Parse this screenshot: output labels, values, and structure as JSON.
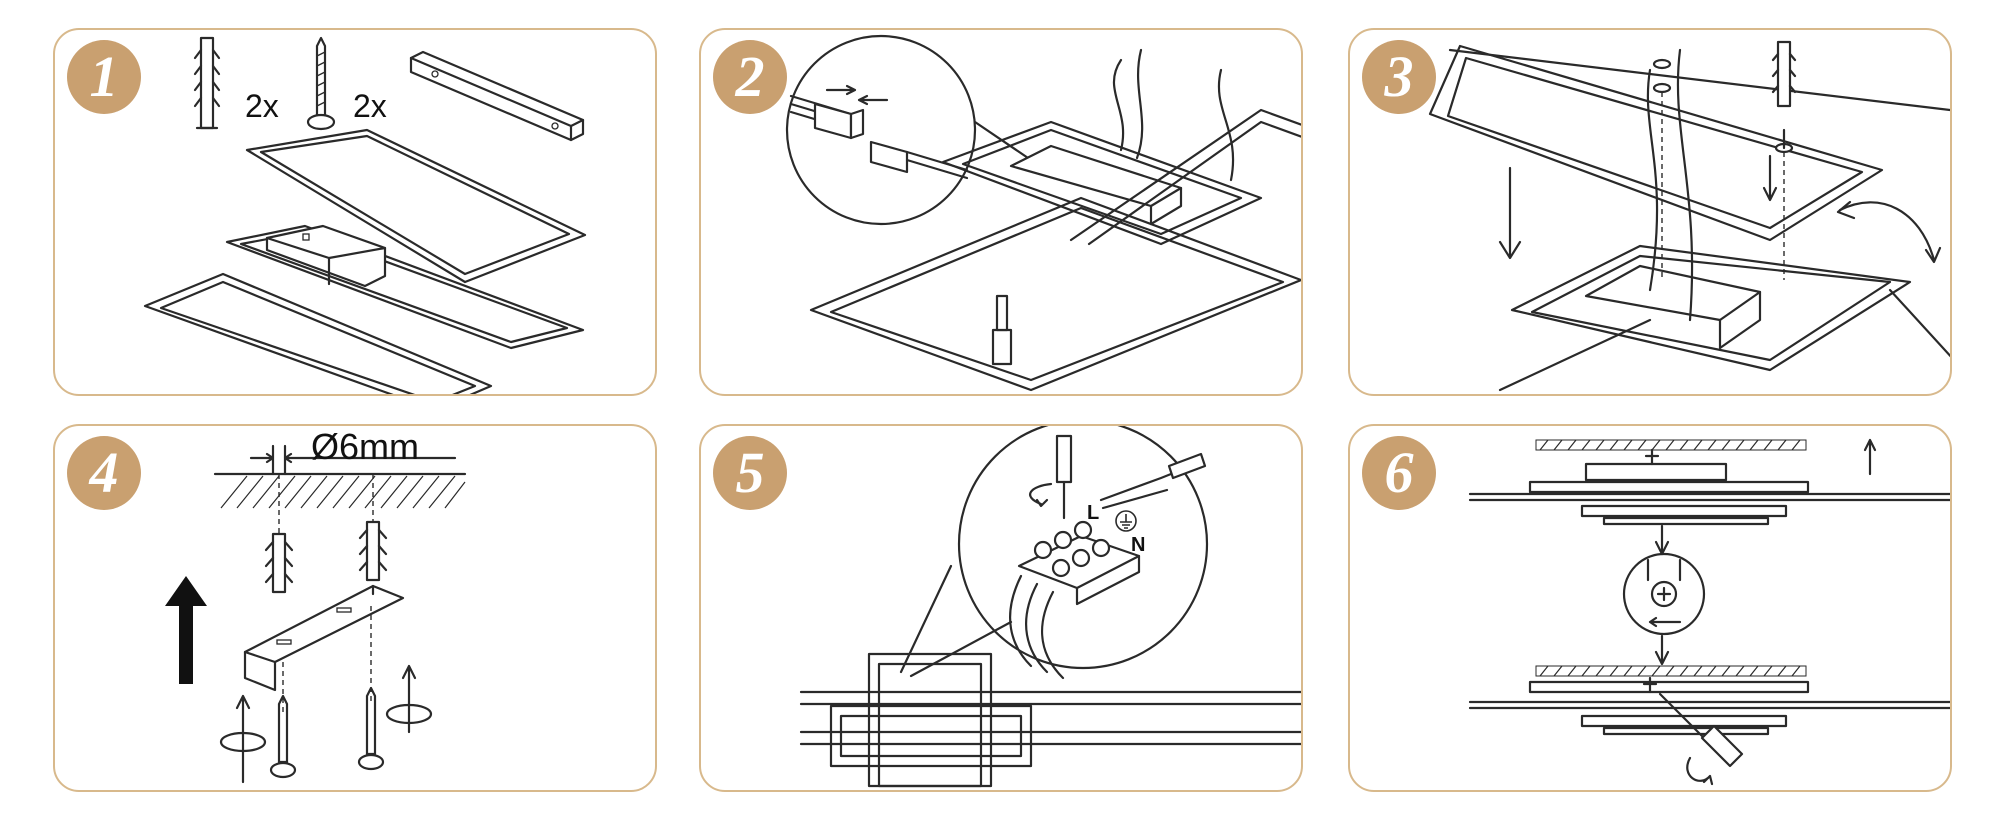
{
  "steps": [
    {
      "number": "1",
      "labels": {
        "anchor_qty": "2x",
        "screw_qty": "2x"
      }
    },
    {
      "number": "2"
    },
    {
      "number": "3"
    },
    {
      "number": "4",
      "labels": {
        "drill_diameter": "Ø6mm"
      }
    },
    {
      "number": "5",
      "labels": {
        "live": "L",
        "neutral": "N"
      }
    },
    {
      "number": "6"
    }
  ],
  "colors": {
    "frame_border": "#d8b98c",
    "badge_fill": "#c9a070",
    "badge_text": "#ffffff",
    "line": "#2a2a2a"
  }
}
